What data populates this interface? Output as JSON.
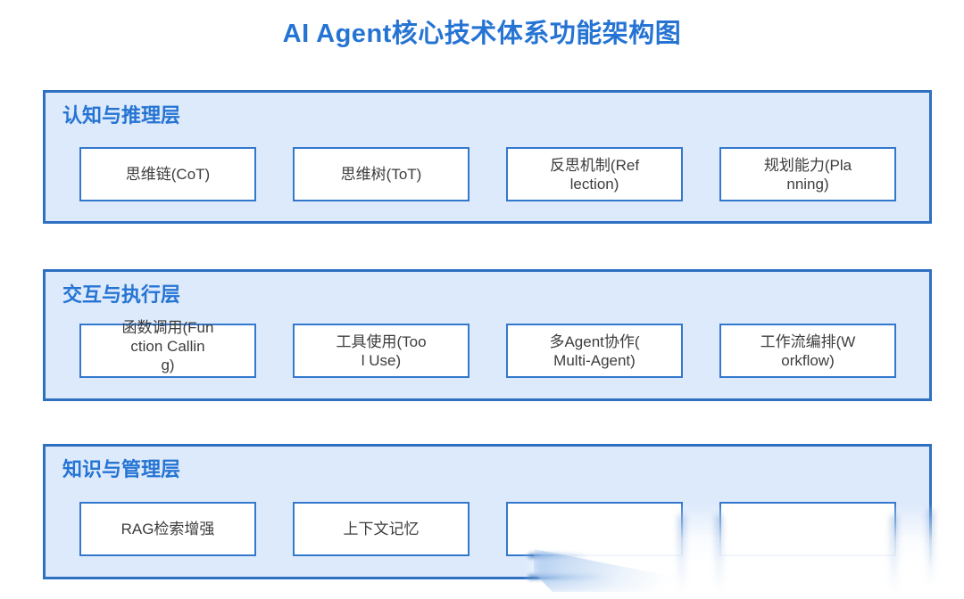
{
  "title": "AI Agent核心技术体系功能架构图",
  "colors": {
    "accent_blue": "#2574d4",
    "layer_border": "#2f70c1",
    "layer_fill": "#ddeafb",
    "node_border": "#3478cd",
    "node_text": "#3d3d3d",
    "background": "#ffffff"
  },
  "sections": [
    {
      "header": "认知与推理层",
      "boxes": [
        {
          "label": "思维链(CoT)"
        },
        {
          "label": "思维树(ToT)"
        },
        {
          "label": "反思机制(Ref\nlection)"
        },
        {
          "label": "规划能力(Pla\nnning)"
        }
      ]
    },
    {
      "header": "交互与执行层",
      "boxes": [
        {
          "label": "函数调用(Fun\nction Callin\ng)"
        },
        {
          "label": "工具使用(Too\nl Use)"
        },
        {
          "label": "多Agent协作(\nMulti-Agent)"
        },
        {
          "label": "工作流编排(W\norkflow)"
        }
      ]
    },
    {
      "header": "知识与管理层",
      "boxes": [
        {
          "label": "RAG检索增强"
        },
        {
          "label": "上下文记忆"
        },
        {
          "label": ""
        },
        {
          "label": ""
        }
      ]
    }
  ]
}
